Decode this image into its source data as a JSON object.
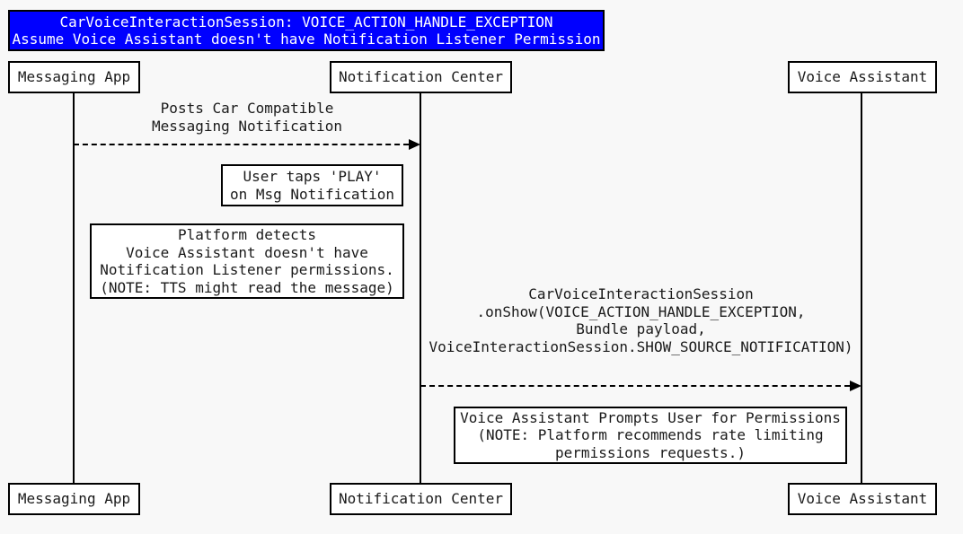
{
  "title": {
    "line1": "CarVoiceInteractionSession: VOICE_ACTION_HANDLE_EXCEPTION",
    "line2": "Assume Voice Assistant doesn't have Notification Listener Permission"
  },
  "actors": [
    {
      "name": "Messaging App"
    },
    {
      "name": "Notification Center"
    },
    {
      "name": "Voice Assistant"
    }
  ],
  "messages": [
    {
      "from": "Messaging App",
      "to": "Notification Center",
      "line_style": "dashed",
      "lines": [
        "Posts Car Compatible",
        "Messaging Notification"
      ]
    },
    {
      "from": "Notification Center",
      "to": "Voice Assistant",
      "line_style": "dashed",
      "lines": [
        "CarVoiceInteractionSession",
        ".onShow(VOICE_ACTION_HANDLE_EXCEPTION,",
        "Bundle payload,",
        "VoiceInteractionSession.SHOW_SOURCE_NOTIFICATION)"
      ]
    }
  ],
  "notes": [
    {
      "attached_to": "Notification Center",
      "lines": [
        "User taps 'PLAY'",
        "on Msg Notification"
      ]
    },
    {
      "attached_to": "Notification Center",
      "lines": [
        "Platform detects",
        "Voice Assistant doesn't have",
        "Notification Listener permissions.",
        "(NOTE: TTS might read the message)"
      ]
    },
    {
      "attached_to": "Voice Assistant",
      "lines": [
        "Voice Assistant Prompts User for Permissions",
        "(NOTE: Platform recommends rate limiting",
        "permissions requests.)"
      ]
    }
  ],
  "colors": {
    "page_bg": "#f8f8f8",
    "title_bg": "#0000ff",
    "title_text": "#ffffff",
    "box_bg": "#ffffff",
    "box_border": "#000000",
    "line": "#000000",
    "text": "#1a1a1a"
  }
}
